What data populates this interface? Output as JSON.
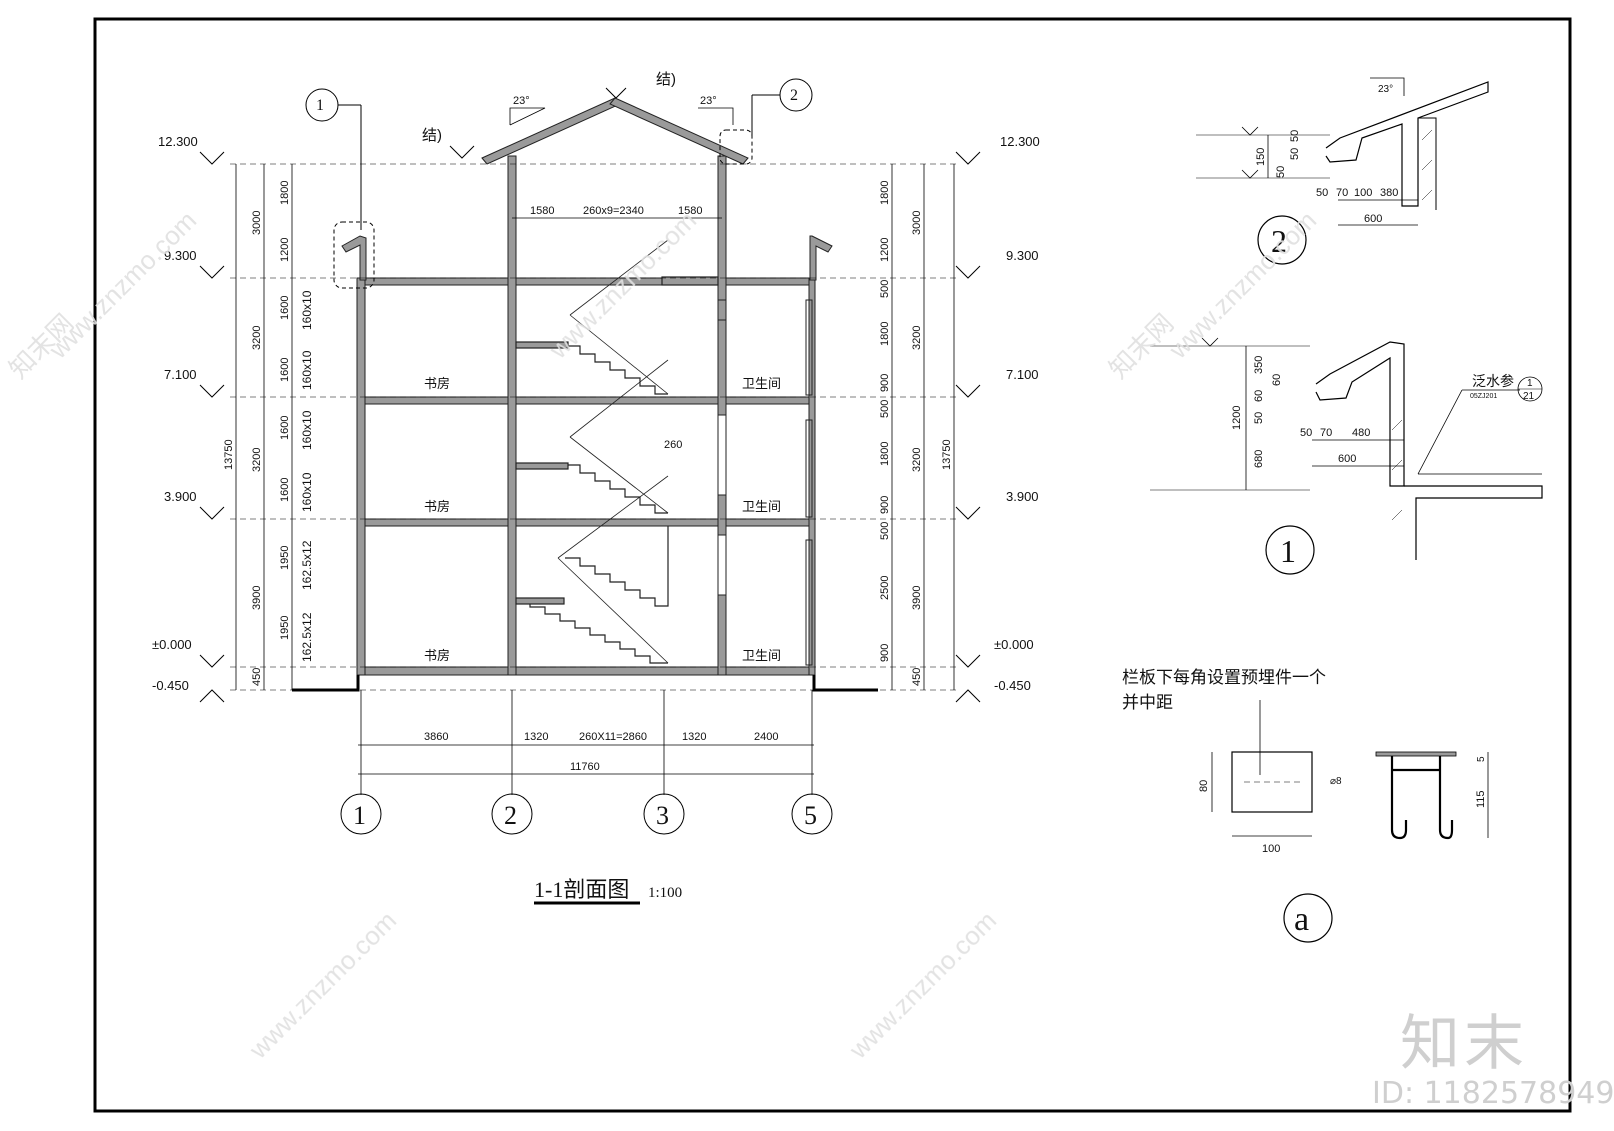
{
  "section": {
    "title": "1-1剖面图",
    "scale": "1:100",
    "elevations": {
      "e12300": "12.300",
      "e9300": "9.300",
      "e7100": "7.100",
      "e3900": "3.900",
      "e0": "±0.000",
      "eneg450": "-0.450"
    },
    "roof_notes": {
      "left": "结)",
      "right": "结)"
    },
    "roof_angle": "23°",
    "left_dims": {
      "d1800": "1800",
      "d1200": "1200",
      "d3000": "3000",
      "d1600": "1600",
      "d3200": "3200",
      "d1950": "1950",
      "d3900": "3900",
      "d450": "450",
      "total": "13750",
      "s160": "160x10",
      "s1625": "162.5x12"
    },
    "right_dims": {
      "d1800": "1800",
      "d1200": "1200",
      "d3000": "3000",
      "d500": "500",
      "d900": "900",
      "d3200": "3200",
      "d2500": "2500",
      "d3900": "3900",
      "d450": "450",
      "total": "13750"
    },
    "top_dims": {
      "a": "1580",
      "b": "260x9=2340",
      "c": "1580"
    },
    "tread": "260",
    "bottom_dims": {
      "a": "3860",
      "b": "1320",
      "c": "260X11=2860",
      "d": "1320",
      "e": "2400",
      "total": "11760"
    },
    "axes": [
      "1",
      "2",
      "3",
      "5"
    ],
    "rooms": {
      "study": "书房",
      "bath": "卫生间",
      "study_alt": "书房"
    },
    "detail_markers": {
      "m1": "1",
      "m2": "2"
    }
  },
  "detail2": {
    "label": "2",
    "angle": "23°",
    "dims": {
      "v50a": "50",
      "v50b": "50",
      "v150": "150",
      "v50c": "50",
      "h50": "50",
      "h70": "70",
      "h100": "100",
      "h380": "380",
      "h600": "600"
    }
  },
  "detail1": {
    "label": "1",
    "note": "泛水参",
    "ref_top": "1",
    "ref_bottom": "21",
    "ref_code": "05ZJ201",
    "dims": {
      "v350": "350",
      "v60a": "60",
      "v60b": "60",
      "v50": "50",
      "v1200": "1200",
      "v680": "680",
      "h50": "50",
      "h70": "70",
      "h480": "480",
      "h600": "600"
    }
  },
  "detail_a": {
    "label": "a",
    "note_line1": "栏板下每角设置预埋件一个",
    "note_line2": "并中距",
    "dims": {
      "h80": "80",
      "w100": "100",
      "bar": "⌀8",
      "v5": "5",
      "v115": "115"
    }
  },
  "watermark": {
    "brand": "知末",
    "id": "ID: 1182578949",
    "site": "www.znzmo.com",
    "logo": "知末网"
  }
}
